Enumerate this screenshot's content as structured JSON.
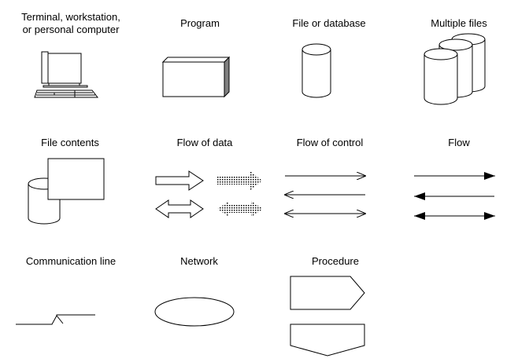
{
  "labels": {
    "terminal_line1": "Terminal, workstation,",
    "terminal_line2": "or personal computer",
    "program": "Program",
    "file_or_database": "File or database",
    "multiple_files": "Multiple files",
    "file_contents": "File contents",
    "flow_of_data": "Flow of data",
    "flow_of_control": "Flow of control",
    "flow": "Flow",
    "communication_line": "Communication line",
    "network": "Network",
    "procedure": "Procedure"
  }
}
